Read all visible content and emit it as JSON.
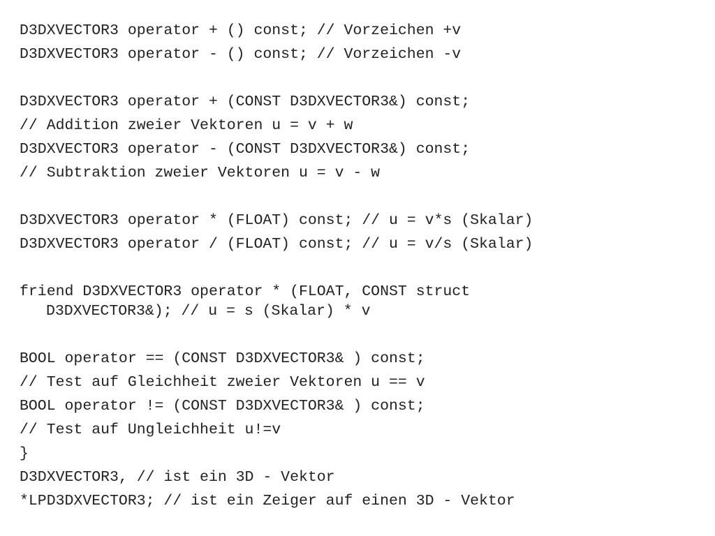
{
  "code_lines": [
    "D3DXVECTOR3 operator + () const; // Vorzeichen +v",
    "D3DXVECTOR3 operator - () const; // Vorzeichen -v",
    "",
    "D3DXVECTOR3 operator + (CONST D3DXVECTOR3&) const;",
    "// Addition zweier Vektoren u = v + w",
    "D3DXVECTOR3 operator - (CONST D3DXVECTOR3&) const;",
    "// Subtraktion zweier Vektoren u = v - w",
    "",
    "D3DXVECTOR3 operator * (FLOAT) const; // u = v*s (Skalar)",
    "D3DXVECTOR3 operator / (FLOAT) const; // u = v/s (Skalar)",
    "",
    "friend D3DXVECTOR3 operator * (FLOAT, CONST struct",
    "D3DXVECTOR3&); // u = s (Skalar) * v",
    "",
    "BOOL operator == (CONST D3DXVECTOR3& ) const;",
    "// Test auf Gleichheit zweier Vektoren u == v",
    "BOOL operator != (CONST D3DXVECTOR3& ) const;",
    "// Test auf Ungleichheit u!=v",
    "}",
    "D3DXVECTOR3, // ist ein 3D - Vektor",
    "*LPD3DXVECTOR3; // ist ein Zeiger auf einen 3D - Vektor"
  ]
}
